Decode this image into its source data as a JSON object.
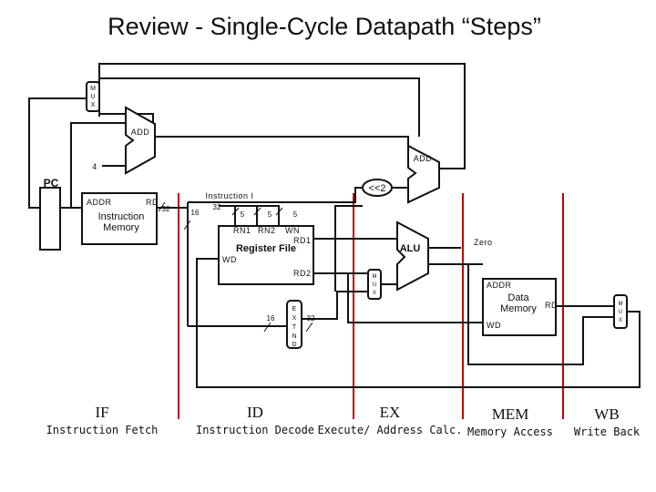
{
  "title": "Review - Single-Cycle Datapath “Steps”",
  "components": {
    "mux_top": [
      "M",
      "U",
      "X"
    ],
    "add_pc": "ADD",
    "add_branch": "ADD",
    "const_four": "4",
    "pc": "PC",
    "shift": "<<2",
    "imem": {
      "addr": "ADDR",
      "rd": "RD",
      "name_line1": "Instruction",
      "name_line2": "Memory",
      "bus_width": "32"
    },
    "instruction": {
      "label": "Instruction I",
      "w16": "16",
      "w32": "32",
      "f1": "5",
      "f2": "5",
      "f3": "5"
    },
    "regfile": {
      "rn1": "RN1",
      "rn2": "RN2",
      "wn": "WN",
      "rd1": "RD1",
      "rd2": "RD2",
      "wd": "WD",
      "name": "Register File"
    },
    "extend": {
      "letters": [
        "E",
        "X",
        "T",
        "N",
        "D"
      ],
      "in_width": "16",
      "out_width": "32"
    },
    "mux_alu": [
      "M",
      "U",
      "X"
    ],
    "alu": {
      "name": "ALU",
      "zero": "Zero"
    },
    "dmem": {
      "addr": "ADDR",
      "name_line1": "Data",
      "name_line2": "Memory",
      "rd": "RD",
      "wd": "WD"
    },
    "mux_wb": [
      "M",
      "U",
      "X"
    ]
  },
  "stages": [
    {
      "abbr": "IF",
      "desc": "Instruction Fetch"
    },
    {
      "abbr": "ID",
      "desc": "Instruction Decode"
    },
    {
      "abbr": "EX",
      "desc": "Execute/ Address Calc."
    },
    {
      "abbr": "MEM",
      "desc": "Memory Access"
    },
    {
      "abbr": "WB",
      "desc": "Write Back"
    }
  ],
  "colors": {
    "stage_divider": "#c00000",
    "wire": "#111111"
  }
}
